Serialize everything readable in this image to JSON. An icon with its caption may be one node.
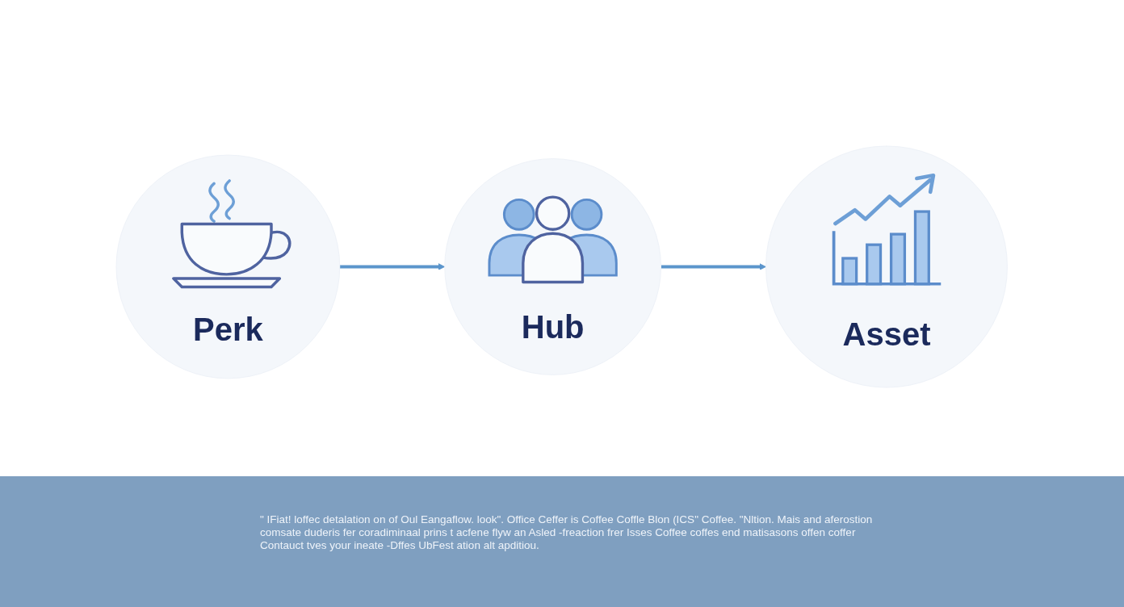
{
  "diagram": {
    "caption": "\" IFiat! loffec detalation on of Oul Eangaflow. look\". Office Ceffer is Coffee Coffle Blon (ICS\" Coffee. \"Nltion. Mais and aferostion comsate duderis fer coradiminaal prins t acfene flyw an Asled -freaction frer Isses Coffee coffes end matisasons offen coffer Contauct tves your ineate -Dffes UbFest ation alt apditiou.",
    "nodes": [
      {
        "text": [
          "Perk"
        ]
      },
      {
        "text": [
          "Hub"
        ]
      },
      {
        "text": [
          "Asset"
        ]
      }
    ],
    "edges": [
      {
        "from": 0,
        "to": 1,
        "arrow": "to"
      },
      {
        "from": 1,
        "to": 2,
        "arrow": "to"
      }
    ]
  }
}
